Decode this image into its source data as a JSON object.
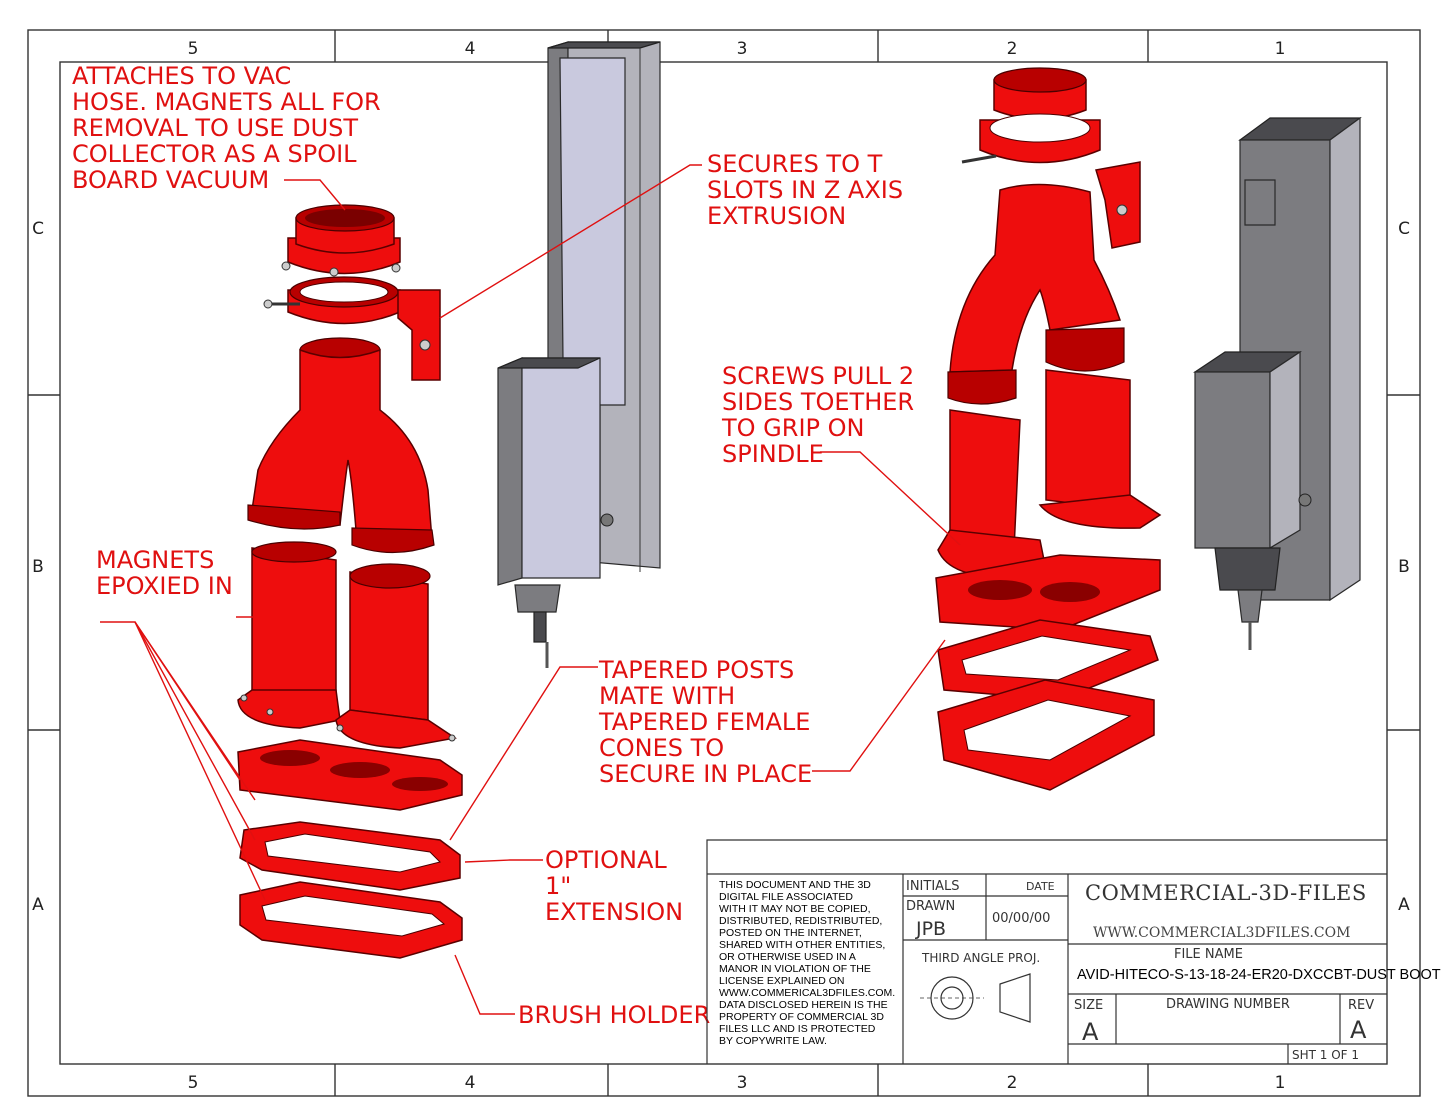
{
  "border": {
    "zones_top": [
      "5",
      "4",
      "3",
      "2",
      "1"
    ],
    "zones_bottom": [
      "5",
      "4",
      "3",
      "2",
      "1"
    ],
    "zones_left": [
      "C",
      "B",
      "A"
    ],
    "zones_right": [
      "C",
      "B",
      "A"
    ]
  },
  "callouts": {
    "vac_hose": [
      "ATTACHES TO VAC",
      "HOSE.  MAGNETS ALL FOR",
      "REMOVAL TO USE DUST",
      "COLLECTOR AS A SPOIL",
      "BOARD VACUUM"
    ],
    "t_slots": [
      "SECURES TO T",
      "SLOTS IN Z AXIS",
      "EXTRUSION"
    ],
    "screws": [
      "SCREWS PULL 2",
      "SIDES TOETHER",
      "TO GRIP ON",
      "SPINDLE"
    ],
    "magnets": [
      "MAGNETS",
      "EPOXIED IN"
    ],
    "tapered": [
      "TAPERED POSTS",
      "MATE WITH",
      "TAPERED FEMALE",
      "CONES TO",
      "SECURE IN PLACE"
    ],
    "extension": [
      "OPTIONAL",
      "1\"",
      "EXTENSION"
    ],
    "brush": [
      "BRUSH HOLDER"
    ]
  },
  "title_block": {
    "notice": [
      "THIS DOCUMENT AND THE 3D",
      "DIGITAL FILE ASSOCIATED",
      "WITH IT MAY NOT BE COPIED,",
      "DISTRIBUTED, REDISTRIBUTED,",
      "POSTED ON THE INTERNET,",
      "SHARED WITH OTHER ENTITIES,",
      "OR OTHERWISE USED IN A",
      "MANOR IN VIOLATION OF THE",
      "LICENSE EXPLAINED ON",
      "WWW.COMMERICAL3DFILES.COM.",
      "DATA DISCLOSED HEREIN IS THE",
      "PROPERTY OF COMMERCIAL 3D",
      "FILES LLC AND IS PROTECTED",
      "BY COPYWRITE LAW."
    ],
    "initials_label": "INITIALS",
    "date_label": "DATE",
    "drawn_label": "DRAWN",
    "drawn_value": "JPB",
    "date_value": "00/00/00",
    "projection_label": "THIRD ANGLE PROJ.",
    "company": "COMMERCIAL-3D-FILES",
    "website": "WWW.COMMERCIAL3DFILES.COM",
    "file_name_label": "FILE NAME",
    "file_name": "AVID-HITECO-S-13-18-24-ER20-DXCCBT-DUST BOOT",
    "size_label": "SIZE",
    "size_value": "A",
    "drawing_number_label": "DRAWING NUMBER",
    "rev_label": "REV",
    "rev_value": "A",
    "sheet": "SHT 1 OF 1"
  },
  "colors": {
    "part_red": "#ee0d0d",
    "callout_red": "#e01010",
    "extrusion_grey": "#7c7c80",
    "frame": "#333333"
  }
}
